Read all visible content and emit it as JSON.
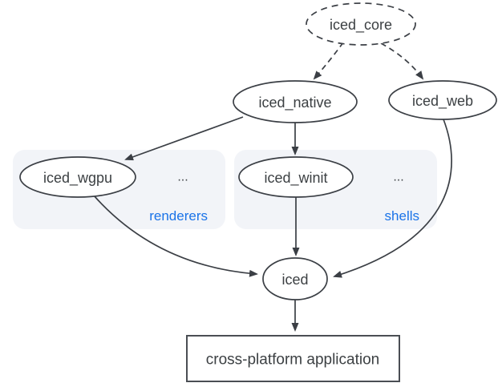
{
  "diagram": {
    "type": "dependency-graph",
    "description": "Architecture diagram of the iced GUI library ecosystem",
    "colors": {
      "background": "#ffffff",
      "node_stroke": "#3b3f45",
      "node_fill": "#ffffff",
      "text": "#3c4043",
      "group_fill": "#f2f4f8",
      "group_label": "#1a73e8",
      "edge": "#3b3f45"
    },
    "nodes": {
      "iced_core": {
        "label": "iced_core",
        "shape": "ellipse",
        "border": "dashed"
      },
      "iced_native": {
        "label": "iced_native",
        "shape": "ellipse",
        "border": "solid"
      },
      "iced_web": {
        "label": "iced_web",
        "shape": "ellipse",
        "border": "solid"
      },
      "iced_wgpu": {
        "label": "iced_wgpu",
        "shape": "ellipse",
        "border": "solid"
      },
      "iced_winit": {
        "label": "iced_winit",
        "shape": "ellipse",
        "border": "solid"
      },
      "iced": {
        "label": "iced",
        "shape": "ellipse",
        "border": "solid"
      },
      "application": {
        "label": "cross-platform application",
        "shape": "rectangle",
        "border": "solid"
      }
    },
    "groups": {
      "renderers": {
        "label": "renderers",
        "ellipsis": "...",
        "contains": [
          "iced_wgpu"
        ]
      },
      "shells": {
        "label": "shells",
        "ellipsis": "...",
        "contains": [
          "iced_winit"
        ]
      }
    },
    "edges": [
      {
        "from": "iced_core",
        "to": "iced_native",
        "style": "dashed"
      },
      {
        "from": "iced_core",
        "to": "iced_web",
        "style": "dashed"
      },
      {
        "from": "iced_native",
        "to": "iced_wgpu",
        "style": "solid"
      },
      {
        "from": "iced_native",
        "to": "iced_winit",
        "style": "solid"
      },
      {
        "from": "iced_wgpu",
        "to": "iced",
        "style": "solid"
      },
      {
        "from": "iced_winit",
        "to": "iced",
        "style": "solid"
      },
      {
        "from": "iced_web",
        "to": "iced",
        "style": "solid"
      },
      {
        "from": "iced",
        "to": "application",
        "style": "solid"
      }
    ]
  }
}
